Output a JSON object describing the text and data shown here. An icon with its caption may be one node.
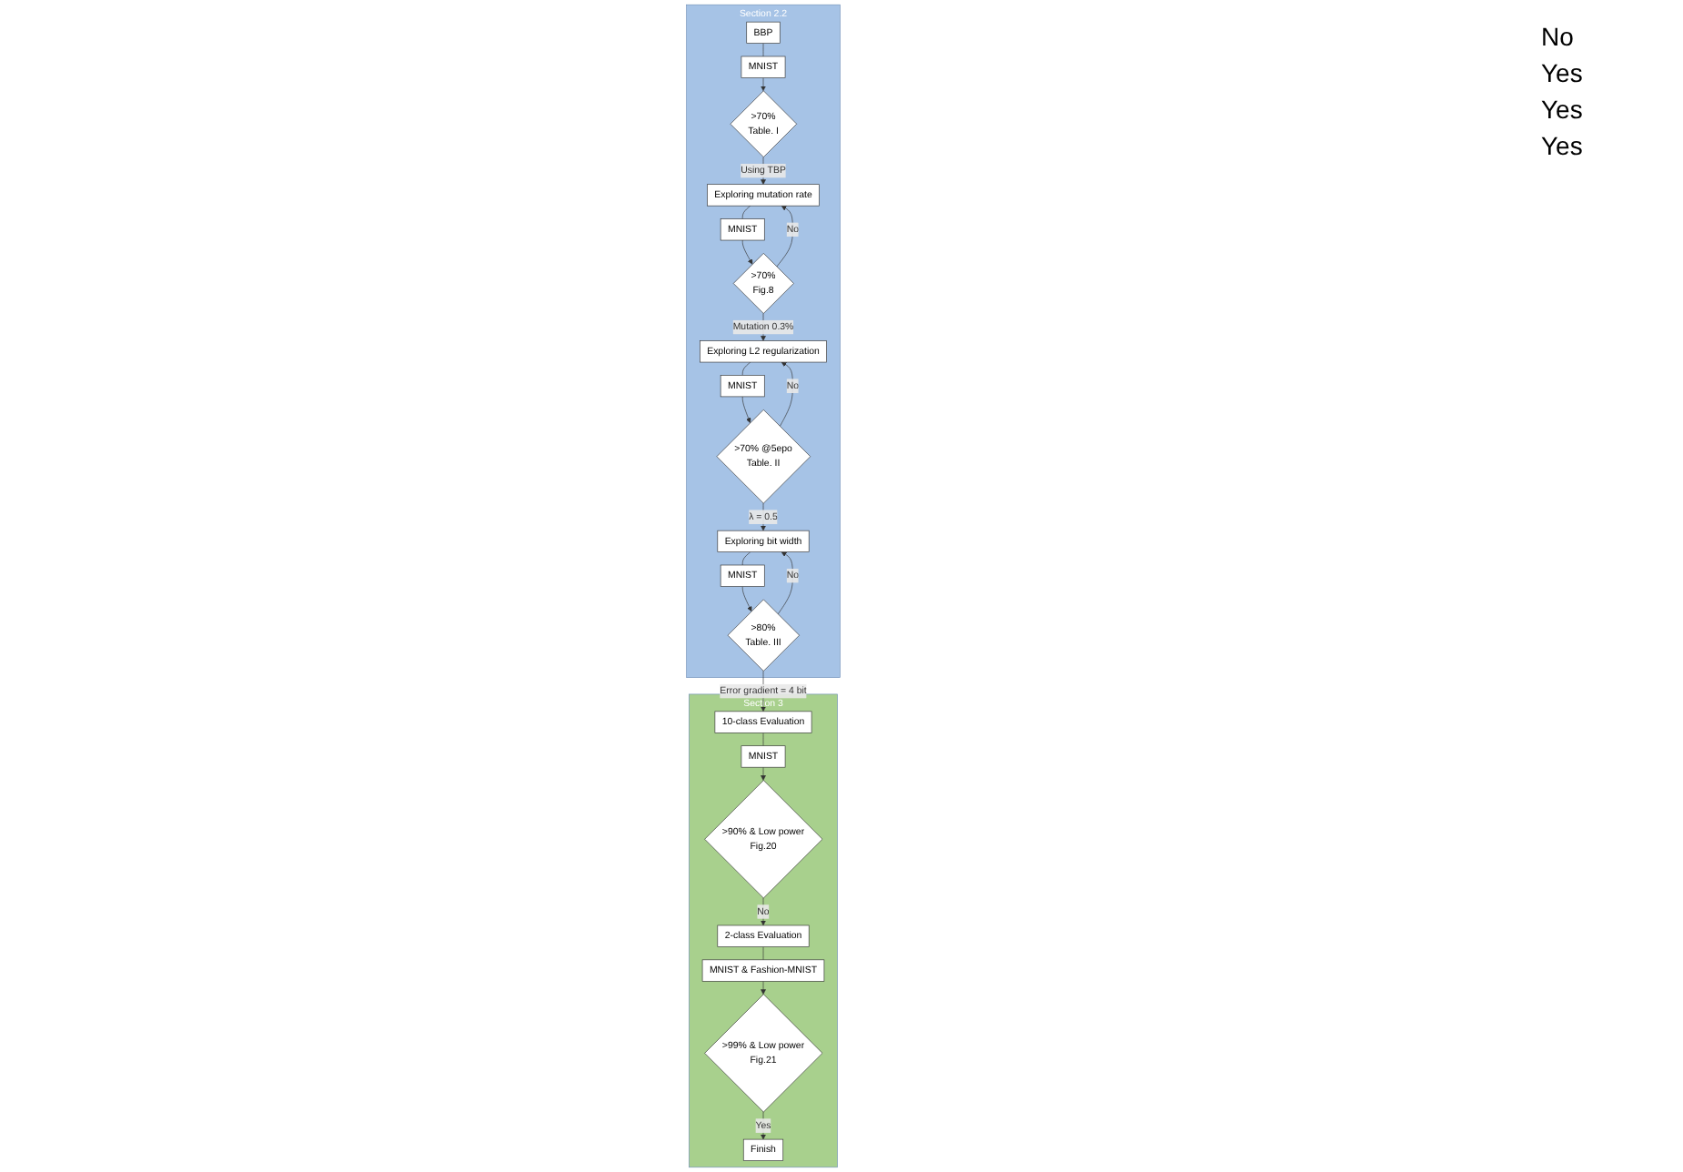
{
  "diagram": {
    "nodes": [
      {
        "text": [
          "Section 2.2"
        ]
      },
      {
        "text": [
          "BBP"
        ],
        "in": 0
      },
      {
        "text": [
          "MNIST"
        ],
        "in": 0
      },
      {
        "text": [
          ">70%",
          "Table. I"
        ],
        "in": 0
      },
      {
        "text": [
          "Exploring mutation rate"
        ],
        "in": 0
      },
      {
        "text": [
          "MNIST"
        ],
        "in": 0
      },
      {
        "text": [
          ">70%",
          "Fig.8"
        ],
        "in": 0
      },
      {
        "text": [
          "Exploring L2 regularization"
        ],
        "in": 0
      },
      {
        "text": [
          "MNIST"
        ],
        "in": 0
      },
      {
        "text": [
          ">70% @5epo",
          "Table. II"
        ],
        "in": 0
      },
      {
        "text": [
          "Exploring bit width"
        ],
        "in": 0
      },
      {
        "text": [
          "MNIST"
        ],
        "in": 0
      },
      {
        "text": [
          ">80%",
          "Table. III"
        ],
        "in": 0
      },
      {
        "text": [
          "Section 3"
        ]
      },
      {
        "text": [
          "10-class Evaluation"
        ],
        "in": 13
      },
      {
        "text": [
          "MNIST"
        ],
        "in": 13
      },
      {
        "text": [
          ">90% & Low power",
          "Fig.20"
        ],
        "in": 13
      },
      {
        "text": [
          "2-class Evaluation"
        ],
        "in": 13
      },
      {
        "text": [
          "MNIST & Fashion-MNIST"
        ],
        "in": 13
      },
      {
        "text": [
          ">99% & Low power",
          "Fig.21"
        ],
        "in": 13
      },
      {
        "text": [
          "Finish"
        ],
        "in": 13
      }
    ],
    "edges": [
      {
        "from": 1,
        "to": 2,
        "arrow": "none"
      },
      {
        "from": 2,
        "to": 3,
        "arrow": "to"
      },
      {
        "from": 3,
        "to": 4,
        "arrow": "to",
        "label": "Using TBP"
      },
      {
        "from": 4,
        "to": 5,
        "arrow": "none"
      },
      {
        "from": 5,
        "to": 6,
        "arrow": "to"
      },
      {
        "from": 6,
        "to": 4,
        "arrow": "to",
        "label": "No"
      },
      {
        "from": 6,
        "to": 7,
        "arrow": "to",
        "label": "Mutation 0.3%"
      },
      {
        "from": 7,
        "to": 8,
        "arrow": "none"
      },
      {
        "from": 8,
        "to": 9,
        "arrow": "to"
      },
      {
        "from": 9,
        "to": 7,
        "arrow": "to",
        "label": "No"
      },
      {
        "from": 9,
        "to": 10,
        "arrow": "to",
        "label": "λ = 0.5"
      },
      {
        "from": 10,
        "to": 11,
        "arrow": "none"
      },
      {
        "from": 11,
        "to": 12,
        "arrow": "to"
      },
      {
        "from": 12,
        "to": 10,
        "arrow": "to",
        "label": "No"
      },
      {
        "from": 12,
        "to": 14,
        "arrow": "to",
        "label": "Error gradient = 4 bit"
      },
      {
        "from": 14,
        "to": 15,
        "arrow": "none"
      },
      {
        "from": 15,
        "to": 16,
        "arrow": "to"
      },
      {
        "from": 16,
        "to": 17,
        "arrow": "to",
        "label": "No"
      },
      {
        "from": 17,
        "to": 18,
        "arrow": "none"
      },
      {
        "from": 18,
        "to": 19,
        "arrow": "to"
      },
      {
        "from": 19,
        "to": 20,
        "arrow": "to",
        "label": "Yes"
      }
    ],
    "labels": [
      "No",
      "Yes",
      "Yes",
      "Yes"
    ]
  }
}
